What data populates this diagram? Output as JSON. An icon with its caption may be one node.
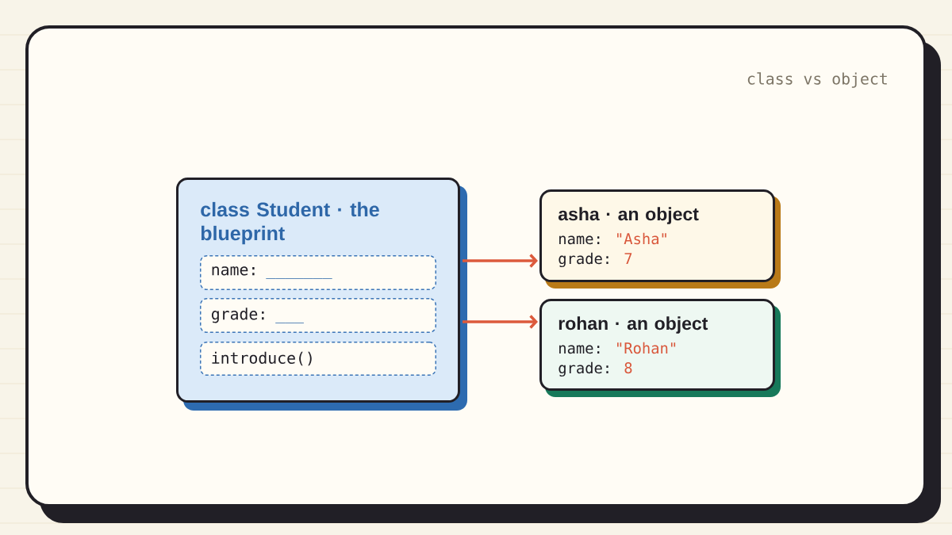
{
  "diagram": {
    "nodes": [
      {
        "text": [
          "class Student · the blueprint"
        ]
      },
      {
        "text": [
          "name:",
          "_______"
        ],
        "in": 0
      },
      {
        "text": [
          "grade:",
          "___"
        ],
        "in": 0
      },
      {
        "text": [
          "introduce()"
        ],
        "in": 0
      },
      {
        "text": [
          "asha · an object",
          "name:",
          "\"Asha\"",
          "grade:",
          "7"
        ]
      },
      {
        "text": [
          "rohan · an object",
          "name:",
          "\"Rohan\"",
          "grade:",
          "8"
        ]
      }
    ],
    "edges": [
      {
        "from": 0,
        "to": 4,
        "arrow": "to"
      },
      {
        "from": 0,
        "to": 5,
        "arrow": "to"
      }
    ],
    "labels": [
      "class vs object"
    ]
  }
}
